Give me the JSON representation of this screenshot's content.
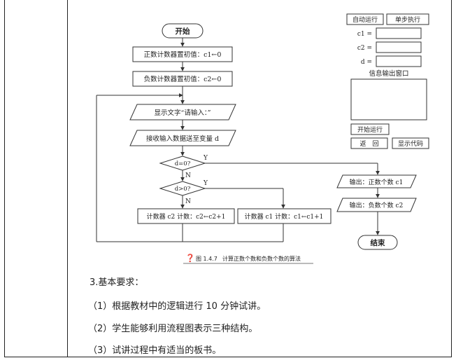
{
  "flowchart": {
    "start": "开始",
    "set_pos": "正数计数器置初值：c1←0",
    "set_neg": "负数计数器置初值：c2←0",
    "prompt": "显示文字“请输入：”",
    "receive": "接收输入数据送至变量 d",
    "cond_zero": "d=0?",
    "cond_pos": "d>0?",
    "yes": "Y",
    "no": "N",
    "count_neg": "计数器 c2 计数：c2←c2+1",
    "count_pos": "计数器 c1 计数：c1←c1+1",
    "out_pos": "输出：正数个数 c1",
    "out_neg": "输出：负数个数 c2",
    "end": "结束",
    "caption_num": "图 1.4.7",
    "caption_text": "计算正数个数和负数个数的算法"
  },
  "panel": {
    "auto_run": "自动运行",
    "step_run": "单步执行",
    "c1_label": "c1 =",
    "c2_label": "c2 =",
    "d_label": "d =",
    "output_window": "信息输出窗口",
    "start_run": "开始运行",
    "back": "返　回",
    "show_code": "显示代码"
  },
  "requirements": {
    "title": "3.基本要求：",
    "items": [
      "（1）根据教材中的逻辑进行 10 分钟试讲。",
      "（2）学生能够利用流程图表示三种结构。",
      "（3）试讲过程中有适当的板书。"
    ]
  }
}
